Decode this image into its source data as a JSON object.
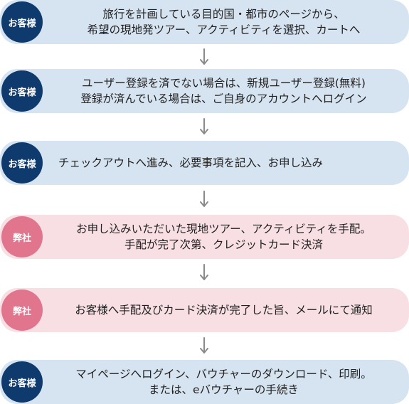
{
  "steps": [
    {
      "actor": "お客様",
      "lines": [
        "旅行を計画している目的国・都市のページから、",
        "希望の現地発ツアー、アクティビティを選択、カートへ"
      ]
    },
    {
      "actor": "お客様",
      "lines": [
        "ユーザー登録を済でない場合は、新規ユーザー登録(無料)",
        "登録が済んでいる場合は、ご自身のアカウントへログイン"
      ]
    },
    {
      "actor": "お客様",
      "lines": [
        "チェックアウトへ進み、必要事項を記入、お申し込み"
      ]
    },
    {
      "actor": "弊社",
      "lines": [
        "お申し込みいただいた現地ツアー、アクティビティを手配。",
        "手配が完了次第、クレジットカード決済"
      ]
    },
    {
      "actor": "弊社",
      "lines": [
        "お客様へ手配及びカード決済が完了した旨、メールにて通知"
      ]
    },
    {
      "actor": "お客様",
      "lines": [
        "マイページへログイン、バウチャーのダウンロード、印刷。",
        "または、eバウチャーの手続き"
      ]
    }
  ],
  "colors": {
    "customer_box": "#d6e3f1",
    "customer_badge": "#0f3a6e",
    "company_box": "#f8dfe4",
    "company_badge": "#e0758d",
    "arrow": "#8a8a8a"
  }
}
